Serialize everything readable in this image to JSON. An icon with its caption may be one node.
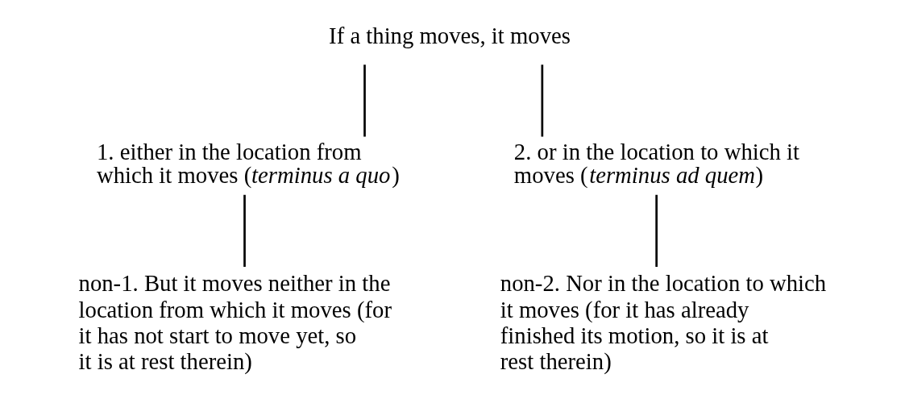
{
  "diagram": {
    "nodes": [
      {
        "text": [
          "If a thing moves, it moves"
        ]
      },
      {
        "text": [
          "1. either in the location from which it moves (*terminus a quo*)"
        ]
      },
      {
        "text": [
          "2. or in the location to which it moves (*terminus ad quem*)"
        ]
      },
      {
        "text": [
          "non-1. But it moves neither in the location from which it moves (for it has not start to move yet, so it is at rest therein)"
        ]
      },
      {
        "text": [
          "non-2. Nor in the location to which it moves (for it has already finished its motion, so it is at rest therein)"
        ]
      }
    ],
    "edges": [
      {
        "from": 0,
        "to": 1,
        "arrow": "none"
      },
      {
        "from": 0,
        "to": 2,
        "arrow": "none"
      },
      {
        "from": 1,
        "to": 3,
        "arrow": "none"
      },
      {
        "from": 2,
        "to": 4,
        "arrow": "none"
      }
    ]
  }
}
